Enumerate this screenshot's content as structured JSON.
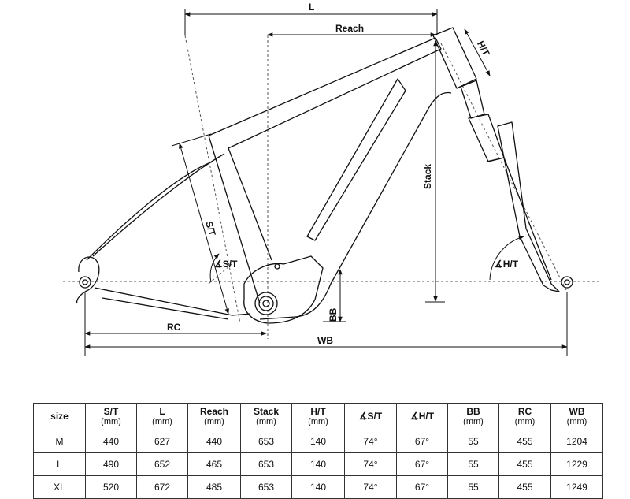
{
  "diagram": {
    "labels": {
      "L": "L",
      "reach": "Reach",
      "ht": "H/T",
      "stack": "Stack",
      "st": "S/T",
      "st_angle": "∡S/T",
      "ht_angle": "∡H/T",
      "bb": "BB",
      "rc": "RC",
      "wb": "WB"
    }
  },
  "table": {
    "columns": [
      {
        "label": "size",
        "unit": ""
      },
      {
        "label": "S/T",
        "unit": "(mm)"
      },
      {
        "label": "L",
        "unit": "(mm)"
      },
      {
        "label": "Reach",
        "unit": "(mm)"
      },
      {
        "label": "Stack",
        "unit": "(mm)"
      },
      {
        "label": "H/T",
        "unit": "(mm)"
      },
      {
        "label": "∡S/T",
        "unit": ""
      },
      {
        "label": "∡H/T",
        "unit": ""
      },
      {
        "label": "BB",
        "unit": "(mm)"
      },
      {
        "label": "RC",
        "unit": "(mm)"
      },
      {
        "label": "WB",
        "unit": "(mm)"
      }
    ],
    "rows": [
      [
        "M",
        "440",
        "627",
        "440",
        "653",
        "140",
        "74°",
        "67°",
        "55",
        "455",
        "1204"
      ],
      [
        "L",
        "490",
        "652",
        "465",
        "653",
        "140",
        "74°",
        "67°",
        "55",
        "455",
        "1229"
      ],
      [
        "XL",
        "520",
        "672",
        "485",
        "653",
        "140",
        "74°",
        "67°",
        "55",
        "455",
        "1249"
      ]
    ]
  }
}
